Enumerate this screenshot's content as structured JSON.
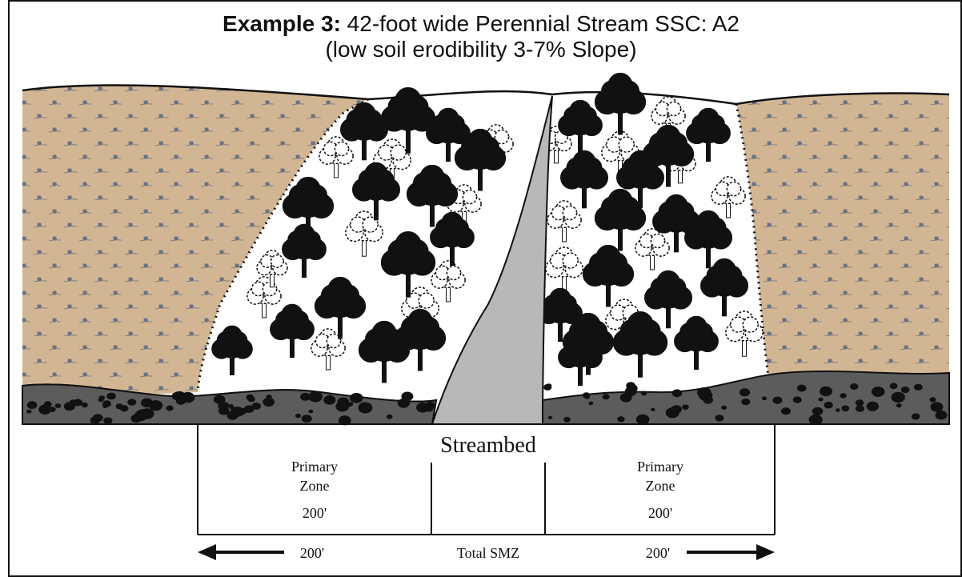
{
  "title": {
    "bold_part": "Example 3:",
    "rest": " 42-foot wide Perennial Stream SSC: A2",
    "subtitle": "(low soil erodibility 3-7% Slope)"
  },
  "labels": {
    "streambed": "Streambed",
    "left_zone": {
      "name_line1": "Primary",
      "name_line2": "Zone",
      "width": "200'"
    },
    "right_zone": {
      "name_line1": "Primary",
      "name_line2": "Zone",
      "width": "200'"
    },
    "arrow_left": "200'",
    "arrow_center": "Total SMZ",
    "arrow_right": "200'"
  },
  "colors": {
    "harvested_area": "#d2b694",
    "stream": "#b8b8b8",
    "bedrock": "#5c5c5c",
    "pebbles": "#111111",
    "trees_dark": "#111111"
  }
}
